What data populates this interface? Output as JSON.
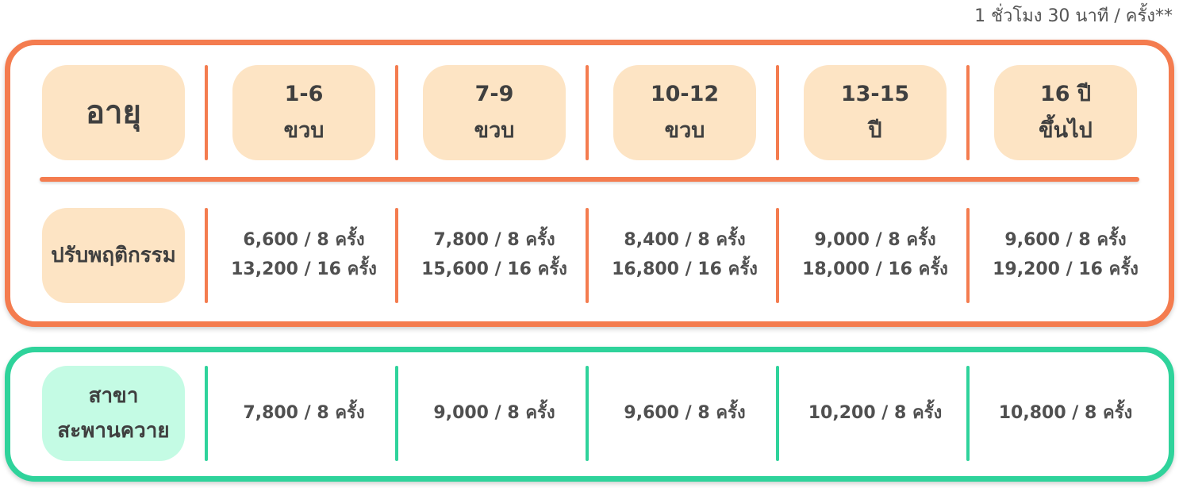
{
  "note": "1 ชั่วโมง 30 นาที / ครั้ง**",
  "age_header": {
    "label": "อายุ",
    "columns": [
      {
        "line1": "1-6",
        "line2": "ขวบ"
      },
      {
        "line1": "7-9",
        "line2": "ขวบ"
      },
      {
        "line1": "10-12",
        "line2": "ขวบ"
      },
      {
        "line1": "13-15",
        "line2": "ปี"
      },
      {
        "line1": "16 ปี",
        "line2": "ขึ้นไป"
      }
    ]
  },
  "behavior_row": {
    "label": "ปรับพฤติกรรม",
    "prices": [
      {
        "p8": "6,600 / 8 ครั้ง",
        "p16": "13,200 / 16 ครั้ง"
      },
      {
        "p8": "7,800 / 8 ครั้ง",
        "p16": "15,600 / 16 ครั้ง"
      },
      {
        "p8": "8,400 / 8 ครั้ง",
        "p16": "16,800 / 16 ครั้ง"
      },
      {
        "p8": "9,000 / 8 ครั้ง",
        "p16": "18,000 / 16 ครั้ง"
      },
      {
        "p8": "9,600 / 8 ครั้ง",
        "p16": "19,200 / 16 ครั้ง"
      }
    ]
  },
  "branch_row": {
    "label_line1": "สาขา",
    "label_line2": "สะพานควาย",
    "prices": [
      "7,800 / 8 ครั้ง",
      "9,000 / 8 ครั้ง",
      "9,600 / 8 ครั้ง",
      "10,200 / 8 ครั้ง",
      "10,800 / 8 ครั้ง"
    ]
  },
  "colors": {
    "orange": "#f47c4f",
    "green": "#2fd39b",
    "peach": "#fde4c4",
    "mint": "#c4fbe4"
  }
}
